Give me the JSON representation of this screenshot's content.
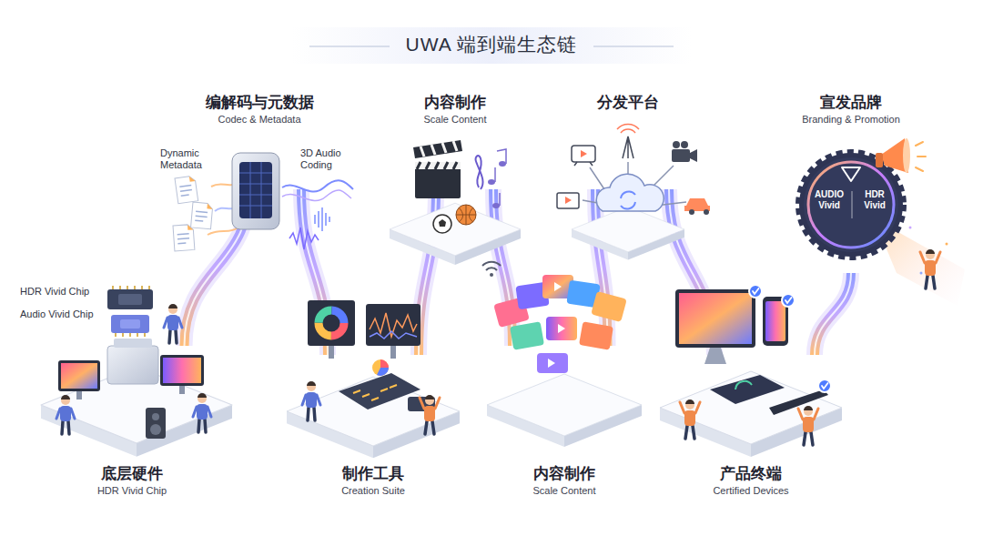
{
  "diagram": {
    "title": "UWA 端到端生态链",
    "nodes": [
      {
        "text": [
          "底层硬件",
          "HDR Vivid Chip"
        ]
      },
      {
        "text": [
          "编解码与元数据",
          "Codec & Metadata"
        ]
      },
      {
        "text": [
          "制作工具",
          "Creation Suite"
        ]
      },
      {
        "text": [
          "内容制作",
          "Scale Content"
        ]
      },
      {
        "text": [
          "内容制作",
          "Scale Content"
        ]
      },
      {
        "text": [
          "分发平台"
        ]
      },
      {
        "text": [
          "产品终端",
          "Certified Devices"
        ]
      },
      {
        "text": [
          "宣发品牌",
          "Branding & Promotion"
        ]
      }
    ],
    "edges": [
      {
        "from": 0,
        "to": 1,
        "arrow": "none"
      },
      {
        "from": 1,
        "to": 2,
        "arrow": "none"
      },
      {
        "from": 2,
        "to": 3,
        "arrow": "none"
      },
      {
        "from": 3,
        "to": 4,
        "arrow": "none"
      },
      {
        "from": 4,
        "to": 5,
        "arrow": "none"
      },
      {
        "from": 5,
        "to": 6,
        "arrow": "none"
      },
      {
        "from": 6,
        "to": 7,
        "arrow": "none"
      }
    ],
    "labels": [
      "Dynamic Metadata",
      "3D Audio Coding",
      "HDR Vivid Chip",
      "Audio Vivid Chip",
      "AUDIO Vivid",
      "HDR Vivid"
    ]
  }
}
